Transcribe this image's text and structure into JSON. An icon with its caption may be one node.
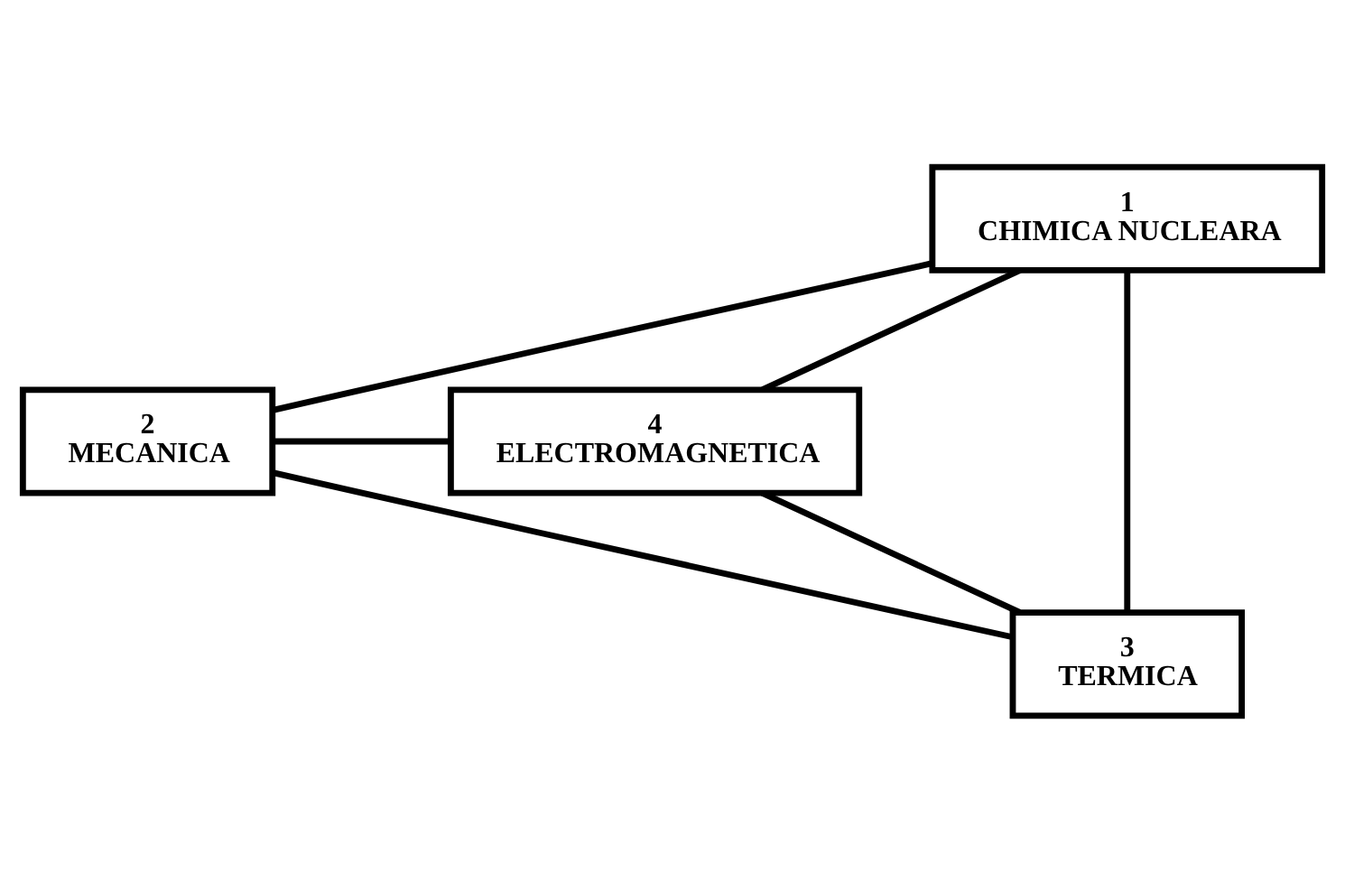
{
  "diagram": {
    "nodes": [
      {
        "text": [
          "1",
          "CHIMICA NUCLEARA"
        ]
      },
      {
        "text": [
          "2",
          "MECANICA"
        ]
      },
      {
        "text": [
          "3",
          "TERMICA"
        ]
      },
      {
        "text": [
          "4",
          "ELECTROMAGNETICA"
        ]
      }
    ],
    "edges": [
      {
        "from": 0,
        "to": 1,
        "arrow": "none"
      },
      {
        "from": 0,
        "to": 3,
        "arrow": "none"
      },
      {
        "from": 0,
        "to": 2,
        "arrow": "none"
      },
      {
        "from": 1,
        "to": 3,
        "arrow": "none"
      },
      {
        "from": 1,
        "to": 2,
        "arrow": "none"
      },
      {
        "from": 3,
        "to": 2,
        "arrow": "none"
      }
    ]
  }
}
